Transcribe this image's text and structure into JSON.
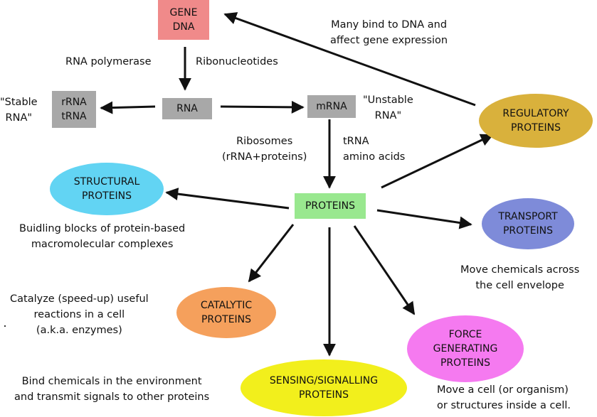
{
  "colors": {
    "gene": "#f08a8a",
    "gray": "#a8a8a8",
    "proteins": "#99e88f",
    "regulatory": "#d9b13c",
    "structural": "#62d4f3",
    "transport": "#7e8bd9",
    "catalytic": "#f5a05c",
    "force": "#f57af0",
    "sensing": "#f2ef1c",
    "arrow": "#111111"
  },
  "nodes": {
    "gene": {
      "line1": "GENE",
      "line2": "DNA"
    },
    "rna": {
      "label": "RNA"
    },
    "rrna": {
      "line1": "rRNA",
      "line2": "tRNA"
    },
    "mrna": {
      "label": "mRNA"
    },
    "proteins": {
      "label": "PROTEINS"
    },
    "regulatory": {
      "line1": "REGULATORY",
      "line2": "PROTEINS"
    },
    "structural": {
      "line1": "STRUCTURAL",
      "line2": "PROTEINS"
    },
    "transport": {
      "line1": "TRANSPORT",
      "line2": "PROTEINS"
    },
    "catalytic": {
      "line1": "CATALYTIC",
      "line2": "PROTEINS"
    },
    "force": {
      "line1": "FORCE",
      "line2": "GENERATING",
      "line3": "PROTEINS"
    },
    "sensing": {
      "line1": "SENSING/SIGNALLING",
      "line2": "PROTEINS"
    }
  },
  "labels": {
    "rna_polymerase": "RNA polymerase",
    "ribonucleotides": "Ribonucleotides",
    "stable_rna": {
      "line1": "\"Stable",
      "line2": "RNA\""
    },
    "unstable_rna": {
      "line1": "\"Unstable",
      "line2": "RNA\""
    },
    "ribosomes": {
      "line1": "Ribosomes",
      "line2": "(rRNA+proteins)"
    },
    "trna": {
      "line1": "tRNA",
      "line2": "amino acids"
    },
    "many_bind": {
      "line1": "Many bind to DNA and",
      "line2": "affect gene expression"
    },
    "building_blocks": {
      "line1": "Buidling blocks of protein-based",
      "line2": "macromolecular complexes"
    },
    "move_chemicals": {
      "line1": "Move chemicals across",
      "line2": "the cell envelope"
    },
    "catalyze": {
      "line1": "Catalyze (speed-up) useful",
      "line2": "reactions in a cell",
      "line3": "(a.k.a. enzymes)"
    },
    "bind_chemicals": {
      "line1": "Bind chemicals in the environment",
      "line2": "and  transmit signals to other proteins"
    },
    "move_cell": {
      "line1": "Move a cell (or organism)",
      "line2": "or structures inside a cell."
    }
  }
}
